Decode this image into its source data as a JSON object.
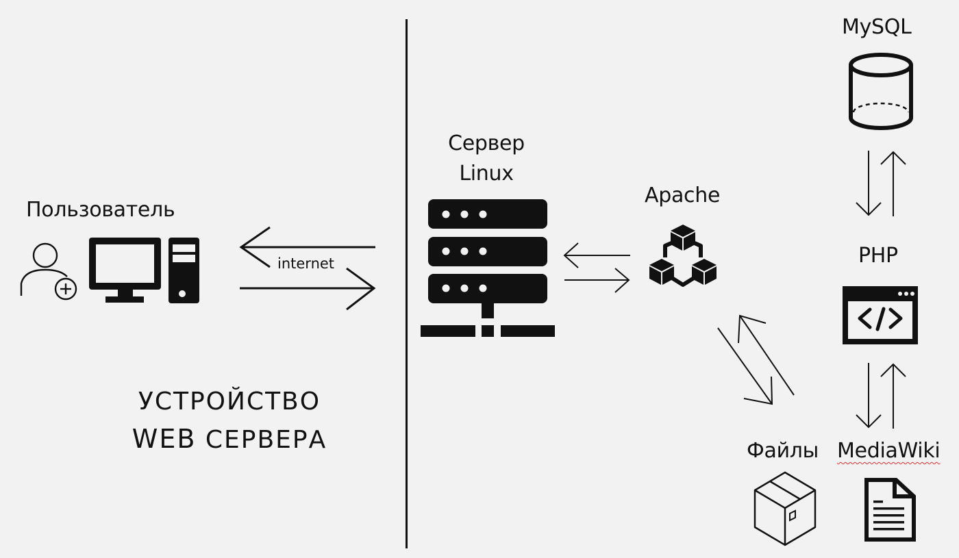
{
  "diagram": {
    "title_line1": "УСТРОЙСТВО",
    "title_line2_a": "WEB",
    "title_line2_b": "СЕРВЕРА",
    "nodes": {
      "user": {
        "label": "Пользователь",
        "icons": [
          "add-user-icon",
          "desktop-computer-icon"
        ]
      },
      "server": {
        "label_line1": "Сервер",
        "label_line2": "Linux",
        "icon": "server-rack-icon"
      },
      "apache": {
        "label": "Apache",
        "icon": "connected-cubes-icon"
      },
      "mysql": {
        "label": "MySQL",
        "icon": "database-cylinder-icon"
      },
      "php": {
        "label": "PHP",
        "icon": "code-window-icon"
      },
      "files": {
        "label": "Файлы",
        "icon": "box-icon"
      },
      "mediawiki": {
        "label": "MediaWiki",
        "icon": "document-icon",
        "spellcheck_underline": true
      }
    },
    "edges": [
      {
        "from": "user",
        "to": "server",
        "label": "internet",
        "bidirectional": true
      },
      {
        "from": "server",
        "to": "apache",
        "label": "",
        "bidirectional": true
      },
      {
        "from": "apache",
        "to": "files",
        "label": "",
        "bidirectional": true
      },
      {
        "from": "mysql",
        "to": "php",
        "label": "",
        "bidirectional": true
      },
      {
        "from": "php",
        "to": "mediawiki",
        "label": "",
        "bidirectional": true
      }
    ],
    "divider": "vertical-separator"
  }
}
